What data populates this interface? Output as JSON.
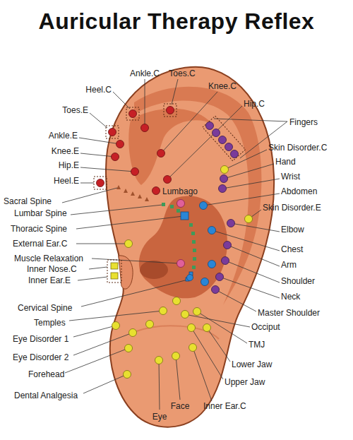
{
  "diagram": {
    "title": "Auricular Therapy Reflex",
    "labels": [
      "Ankle.C",
      "Toes.C",
      "Knee.C",
      "Heel.C",
      "Hip.C",
      "Toes.E",
      "Fingers",
      "Ankle.E",
      "Skin Disorder.C",
      "Knee.E",
      "Hand",
      "Hip.E",
      "Wrist",
      "Heel.E",
      "Lumbago",
      "Abdomen",
      "Sacral Spine",
      "Skin Disorder.E",
      "Lumbar Spine",
      "Thoracic Spine",
      "Elbow",
      "External Ear.C",
      "Chest",
      "Muscle Relaxation",
      "Arm",
      "Inner Nose.C",
      "Inner Ear.E",
      "Shoulder",
      "Neck",
      "Cervical Spine",
      "Master Shoulder",
      "Temples",
      "Occiput",
      "Eye Disorder 1",
      "TMJ",
      "Eye Disorder 2",
      "Lower Jaw",
      "Forehead",
      "Upper Jaw",
      "Dental Analgesia",
      "Inner Ear.C",
      "Face",
      "Eye"
    ]
  }
}
